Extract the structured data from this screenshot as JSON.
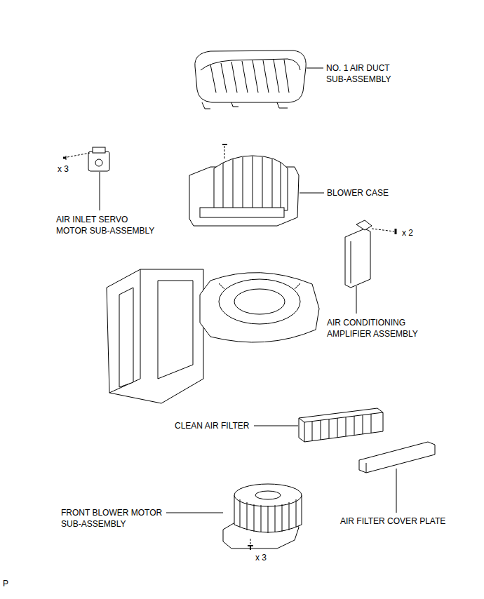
{
  "diagram": {
    "labels": [
      "NO. 1 AIR DUCT SUB-ASSEMBLY",
      "x 3",
      "BLOWER CASE",
      "AIR INLET SERVO MOTOR SUB-ASSEMBLY",
      "x 2",
      "AIR CONDITIONING AMPLIFIER ASSEMBLY",
      "CLEAN AIR FILTER",
      "FRONT BLOWER MOTOR SUB-ASSEMBLY",
      "AIR FILTER COVER PLATE",
      "x 3",
      "P"
    ]
  }
}
